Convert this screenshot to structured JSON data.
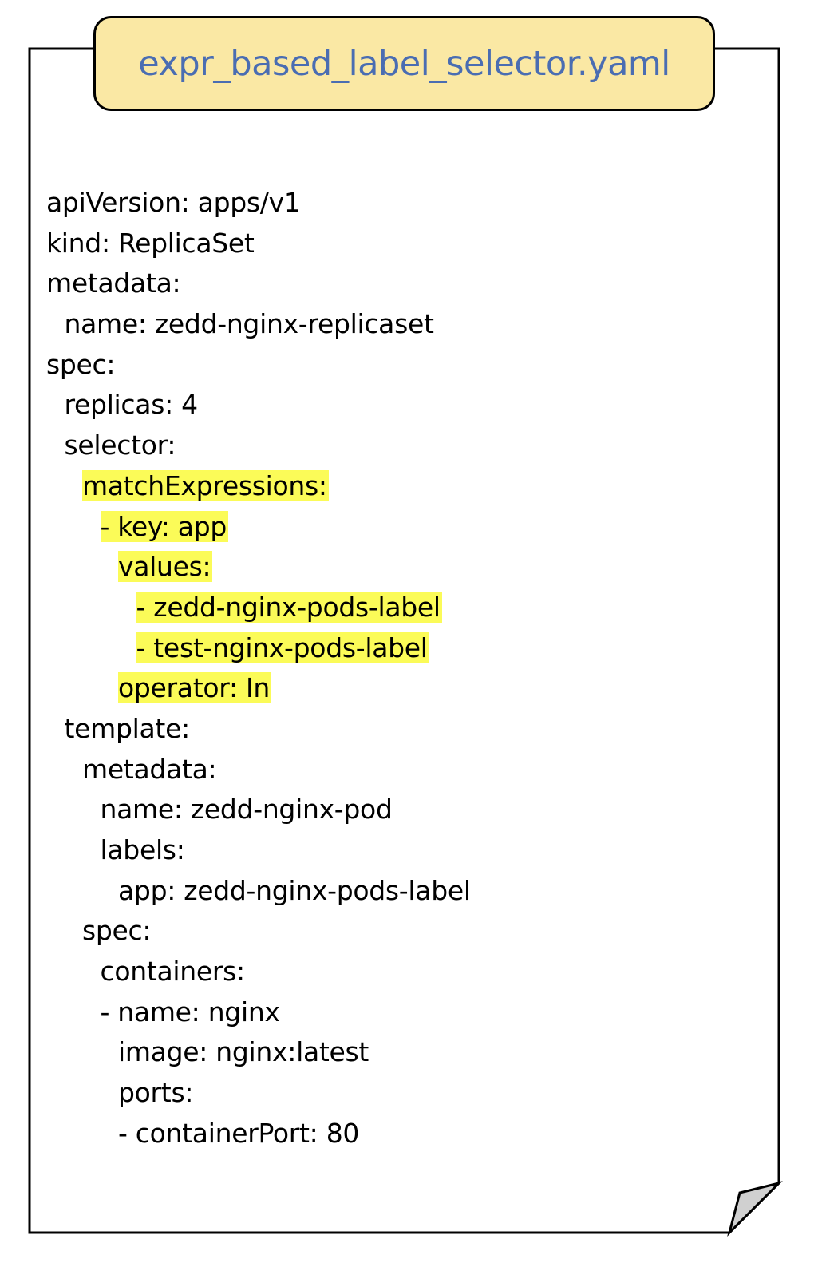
{
  "colors": {
    "title_background": "#fae8a4",
    "title_text": "#4a6db2",
    "highlight": "#fbfb58",
    "fold": "#d0d0d0"
  },
  "document": {
    "filename": "expr_based_label_selector.yaml",
    "lines": [
      {
        "indent": 0,
        "text": "apiVersion: apps/v1",
        "highlighted": false
      },
      {
        "indent": 0,
        "text": "kind: ReplicaSet",
        "highlighted": false
      },
      {
        "indent": 0,
        "text": "metadata:",
        "highlighted": false
      },
      {
        "indent": 1,
        "text": "name: zedd-nginx-replicaset",
        "highlighted": false
      },
      {
        "indent": 0,
        "text": "spec:",
        "highlighted": false
      },
      {
        "indent": 1,
        "text": "replicas: 4",
        "highlighted": false
      },
      {
        "indent": 1,
        "text": "selector:",
        "highlighted": false
      },
      {
        "indent": 2,
        "text": "matchExpressions:",
        "highlighted": true
      },
      {
        "indent": 3,
        "text": "- key: app",
        "highlighted": true
      },
      {
        "indent": 4,
        "text": "values:",
        "highlighted": true
      },
      {
        "indent": 5,
        "text": "- zedd-nginx-pods-label",
        "highlighted": true
      },
      {
        "indent": 5,
        "text": "- test-nginx-pods-label",
        "highlighted": true
      },
      {
        "indent": 4,
        "text": "operator: In",
        "highlighted": true
      },
      {
        "indent": 1,
        "text": "template:",
        "highlighted": false
      },
      {
        "indent": 2,
        "text": "metadata:",
        "highlighted": false
      },
      {
        "indent": 3,
        "text": "name: zedd-nginx-pod",
        "highlighted": false
      },
      {
        "indent": 3,
        "text": "labels:",
        "highlighted": false
      },
      {
        "indent": 4,
        "text": "app: zedd-nginx-pods-label",
        "highlighted": false
      },
      {
        "indent": 2,
        "text": "spec:",
        "highlighted": false
      },
      {
        "indent": 3,
        "text": "containers:",
        "highlighted": false
      },
      {
        "indent": 3,
        "text": "- name: nginx",
        "highlighted": false
      },
      {
        "indent": 4,
        "text": "image: nginx:latest",
        "highlighted": false
      },
      {
        "indent": 4,
        "text": "ports:",
        "highlighted": false
      },
      {
        "indent": 4,
        "text": "- containerPort: 80",
        "highlighted": false
      }
    ]
  }
}
